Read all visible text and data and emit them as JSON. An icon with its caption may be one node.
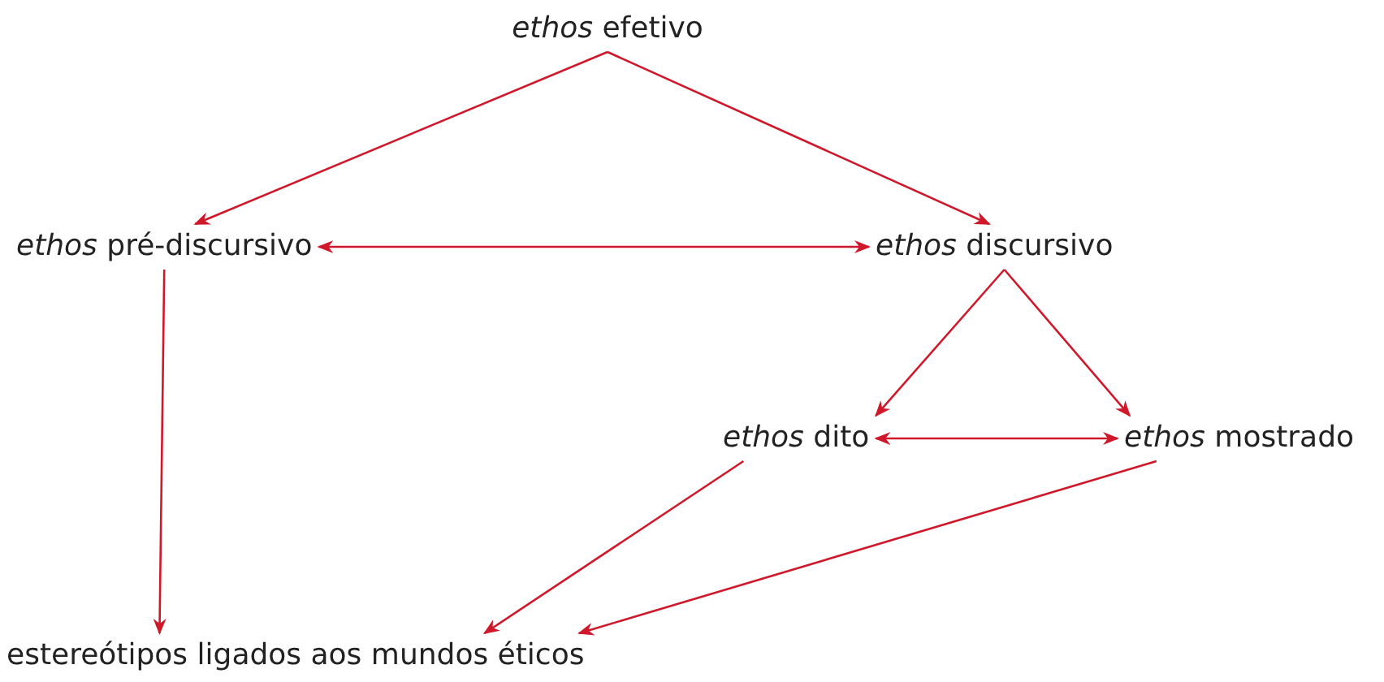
{
  "diagram": {
    "nodes": [
      {
        "text": [
          "*ethos* efetivo"
        ]
      },
      {
        "text": [
          "*ethos* pré-discursivo"
        ]
      },
      {
        "text": [
          "*ethos* discursivo"
        ]
      },
      {
        "text": [
          "*ethos* dito"
        ]
      },
      {
        "text": [
          "*ethos* mostrado"
        ]
      },
      {
        "text": [
          "estereótipos ligados aos mundos éticos"
        ]
      }
    ],
    "edges": [
      {
        "from": 0,
        "to": 1,
        "arrow": "to"
      },
      {
        "from": 0,
        "to": 2,
        "arrow": "to"
      },
      {
        "from": 1,
        "to": 2,
        "arrow": "both"
      },
      {
        "from": 1,
        "to": 5,
        "arrow": "to"
      },
      {
        "from": 2,
        "to": 3,
        "arrow": "to"
      },
      {
        "from": 2,
        "to": 4,
        "arrow": "to"
      },
      {
        "from": 3,
        "to": 4,
        "arrow": "both"
      },
      {
        "from": 3,
        "to": 5,
        "arrow": "to"
      },
      {
        "from": 4,
        "to": 5,
        "arrow": "to"
      }
    ]
  }
}
